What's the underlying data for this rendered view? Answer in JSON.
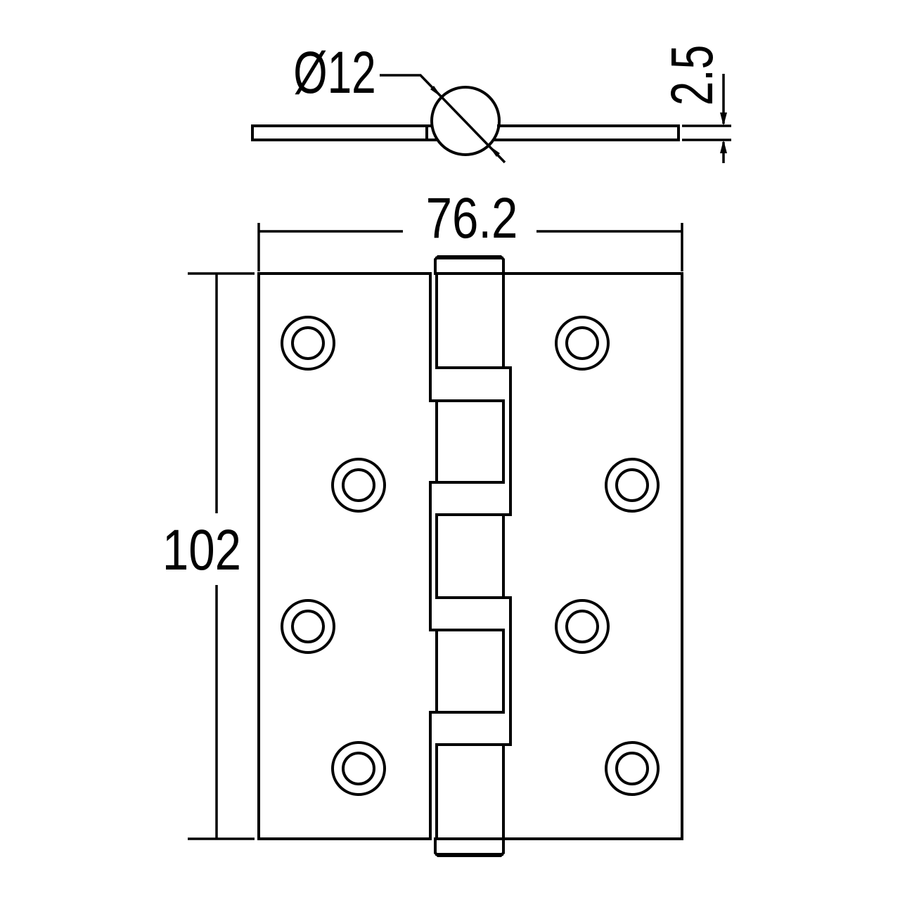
{
  "drawing": {
    "subject": "Ball bearing butt hinge technical drawing",
    "side_view": {
      "pin_diameter_label": "Ø12",
      "plate_thickness_label": "2.5"
    },
    "front_view": {
      "width_label": "76.2",
      "height_label": "102",
      "screw_holes_per_leaf": 4,
      "knuckles": 5
    },
    "colors": {
      "line": "#000000",
      "background": "#ffffff"
    }
  }
}
